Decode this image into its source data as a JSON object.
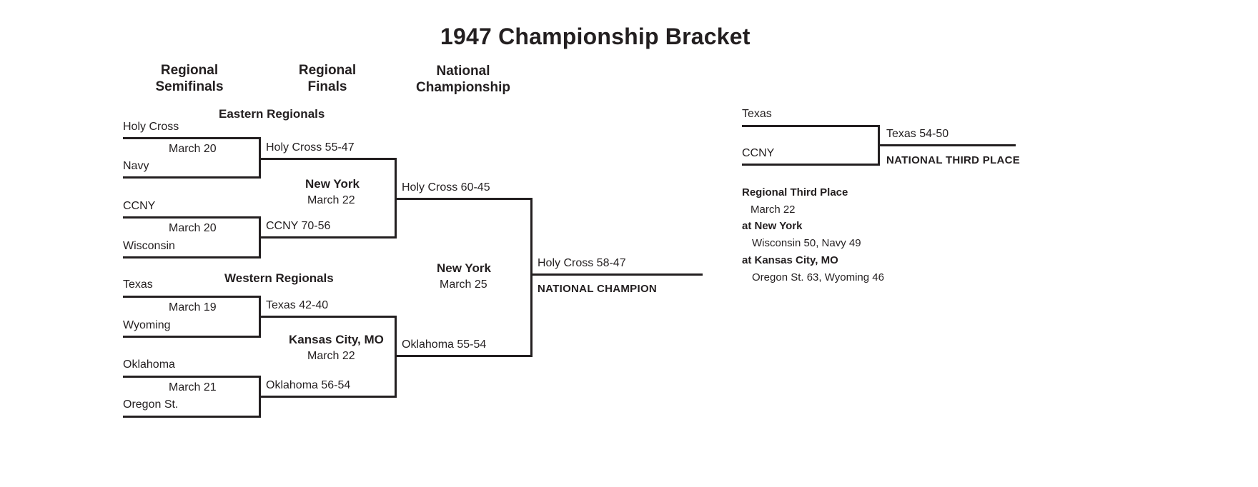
{
  "title": "1947 Championship Bracket",
  "columns": [
    {
      "line1": "Regional",
      "line2": "Semifinals"
    },
    {
      "line1": "Regional",
      "line2": "Finals"
    },
    {
      "line1": "National",
      "line2": "Championship"
    }
  ],
  "regions": [
    {
      "name": "Eastern Regionals"
    },
    {
      "name": "Western Regionals"
    }
  ],
  "east": {
    "semi1": {
      "top": "Holy Cross",
      "bottom": "Navy",
      "date": "March 20",
      "result": "Holy Cross 55-47"
    },
    "semi2": {
      "top": "CCNY",
      "bottom": "Wisconsin",
      "date": "March 20",
      "result": "CCNY 70-56"
    },
    "final": {
      "site": "New York",
      "date": "March 22",
      "result": "Holy Cross 60-45"
    }
  },
  "west": {
    "semi1": {
      "top": "Texas",
      "bottom": "Wyoming",
      "date": "March 19",
      "result": "Texas 42-40"
    },
    "semi2": {
      "top": "Oklahoma",
      "bottom": "Oregon St.",
      "date": "March 21",
      "result": "Oklahoma 56-54"
    },
    "final": {
      "site": "Kansas City, MO",
      "date": "March 22",
      "result": "Oklahoma 55-54"
    }
  },
  "championship": {
    "site": "New York",
    "date": "March 25",
    "result": "Holy Cross 58-47",
    "label": "NATIONAL CHAMPION"
  },
  "third_place": {
    "top": "Texas",
    "bottom": "CCNY",
    "result": "Texas 54-50",
    "label": "NATIONAL THIRD PLACE"
  },
  "regional_third": {
    "heading": "Regional Third Place",
    "date": "March 22",
    "site1": "at New York",
    "game1": "Wisconsin 50, Navy 49",
    "site2": "at Kansas City, MO",
    "game2": "Oregon St. 63, Wyoming 46"
  },
  "colors": {
    "ink": "#231f20",
    "background": "#ffffff"
  }
}
